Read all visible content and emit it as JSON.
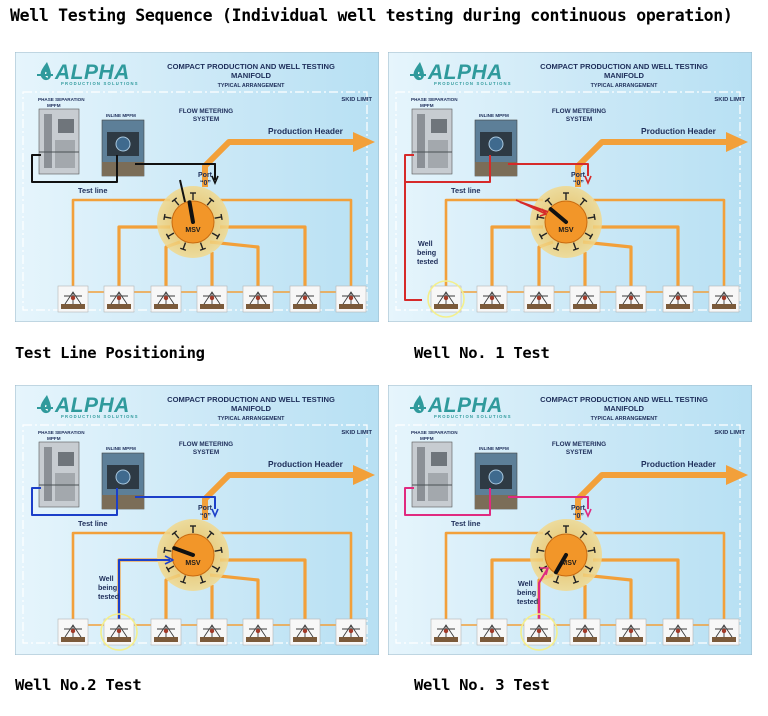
{
  "page_title": "Well Testing Sequence (Individual well testing during continuous operation)",
  "colors": {
    "orange": "#f2a03a",
    "background": "#cde9f7",
    "test_line_black": "#111111",
    "well1_red": "#d62a2a",
    "well2_blue": "#1c3fc9",
    "well3_magenta": "#e02a80",
    "highlight": "#f4ef8c"
  },
  "logo": {
    "name": "ALPHA",
    "tagline": "PRODUCTION SOLUTIONS"
  },
  "diagram": {
    "title_line1": "COMPACT PRODUCTION AND WELL TESTING",
    "title_line2": "MANIFOLD",
    "subtitle": "TYPICAL ARRANGEMENT",
    "skid_limit": "SKID LIMIT",
    "phase_sep_line1": "PHASE SEPARATION",
    "phase_sep_line2": "MPFM",
    "inline_mpfm": "INLINE MPFM",
    "flow_metering_line1": "FLOW METERING",
    "flow_metering_line2": "SYSTEM",
    "production_header": "Production Header",
    "port_line1": "Port",
    "port_line2": "“0”",
    "test_line": "Test line",
    "msv": "MSV",
    "well_line1": "Well",
    "well_line2": "being",
    "well_line3": "tested"
  },
  "panels": [
    {
      "caption": "Test Line Positioning",
      "test_line_color": "#111111",
      "well_tested": 0
    },
    {
      "caption": "Well No. 1 Test",
      "test_line_color": "#d62a2a",
      "well_tested": 1
    },
    {
      "caption": "Well No.2 Test",
      "test_line_color": "#1c3fc9",
      "well_tested": 2
    },
    {
      "caption": "Well No. 3 Test",
      "test_line_color": "#e02a80",
      "well_tested": 3
    }
  ]
}
